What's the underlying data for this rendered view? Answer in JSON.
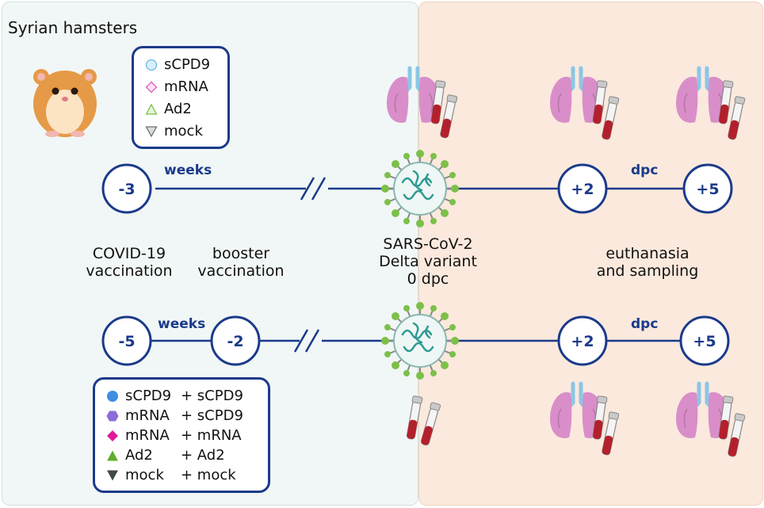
{
  "title": "Syrian hamsters",
  "legend_top": [
    {
      "label": "sCPD9",
      "icon": "circle-outline-icon",
      "color": "#9fd4f0"
    },
    {
      "label": "mRNA",
      "icon": "diamond-outline-icon",
      "color": "#e05cc0"
    },
    {
      "label": "Ad2",
      "icon": "triangle-up-outline-icon",
      "color": "#7cc049"
    },
    {
      "label": "mock",
      "icon": "triangle-down-outline-icon",
      "color": "#8a8f8f"
    }
  ],
  "legend_bottom": [
    {
      "prime": "sCPD9",
      "boost": "+ sCPD9",
      "icon": "circle-filled-icon",
      "color": "#3d8fe3"
    },
    {
      "prime": "mRNA",
      "boost": "+ sCPD9",
      "icon": "hexagon-filled-icon",
      "color": "#8b6cd9"
    },
    {
      "prime": "mRNA",
      "boost": "+ mRNA",
      "icon": "diamond-filled-icon",
      "color": "#e0199b"
    },
    {
      "prime": "Ad2",
      "boost": "+ Ad2",
      "icon": "triangle-up-filled-icon",
      "color": "#62ad2c"
    },
    {
      "prime": "mock",
      "boost": "+ mock",
      "icon": "triangle-down-filled-icon",
      "color": "#3f4a4a"
    }
  ],
  "timeline_top": {
    "nodes": [
      "-3",
      "+2",
      "+5"
    ],
    "unit_left": "weeks",
    "unit_right": "dpc"
  },
  "timeline_bottom": {
    "nodes": [
      "-5",
      "-2",
      "+2",
      "+5"
    ],
    "unit_left": "weeks",
    "unit_right": "dpc"
  },
  "labels": {
    "vaccination_line1": "COVID-19",
    "vaccination_line2": "vaccination",
    "booster_line1": "booster",
    "booster_line2": "vaccination",
    "virus_line1": "SARS-CoV-2",
    "virus_line2": "Delta variant",
    "virus_line3": "0 dpc",
    "euth_line1": "euthanasia",
    "euth_line2": "and sampling"
  },
  "colors": {
    "timeline": "#1b3a8a",
    "virus": "#2f9a92",
    "spike": "#7cc049",
    "lung": "#d98ec9",
    "blood": "#b3202c",
    "hamster": "#e59a47"
  }
}
